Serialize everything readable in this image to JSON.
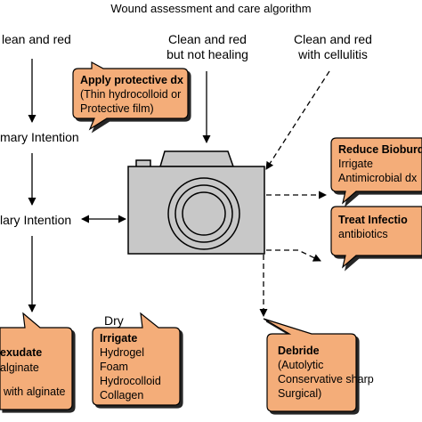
{
  "title": "Wound assessment and care algorithm",
  "labels": {
    "clean_red_left": "lean and red",
    "clean_red_not_healing": [
      "Clean and red",
      "but not healing"
    ],
    "clean_red_cellulitis": [
      "Clean and red",
      "with cellulitis"
    ],
    "primary_intention": "mary Intention",
    "secondary_intention": "lary Intention",
    "dry": "Dry"
  },
  "callouts": {
    "apply_protective": {
      "title": "Apply protective dx",
      "lines": [
        "(Thin hydrocolloid or",
        "Protective film)"
      ]
    },
    "reduce_bioburden": {
      "title": "Reduce Bioburd",
      "lines": [
        "Irrigate",
        "Antimicrobial dx"
      ]
    },
    "treat_infection": {
      "title": "Treat Infectio",
      "lines": [
        "antibiotics"
      ]
    },
    "exudate": {
      "title": "exudate",
      "lines": [
        "alginate",
        "with alginate"
      ]
    },
    "irrigate": {
      "title": "Irrigate",
      "lines": [
        "Hydrogel",
        "Foam",
        "Hydrocolloid",
        "Collagen"
      ]
    },
    "debride": {
      "title": "Debride",
      "lines": [
        "(Autolytic",
        "Conservative sharp",
        "Surgical)"
      ]
    }
  },
  "colors": {
    "callout_fill": "#f4ad79",
    "camera_fill": "#c8c8c8",
    "stroke": "#000000"
  },
  "icons": [
    "camera-icon"
  ]
}
